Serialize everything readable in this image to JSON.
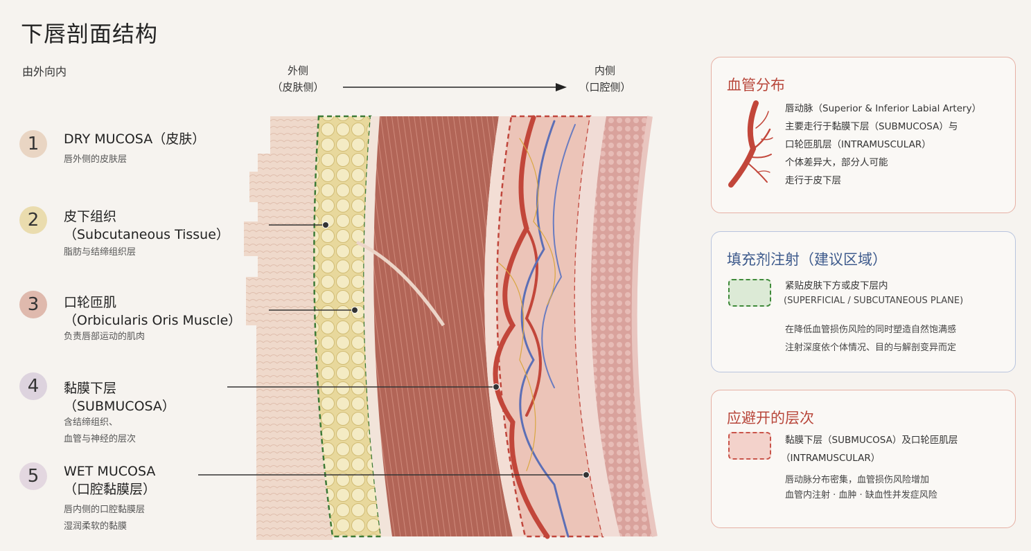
{
  "title": "下唇剖面结构",
  "subtitle": "由外向内",
  "direction": {
    "outer_line1": "外侧",
    "outer_line2": "（皮肤侧）",
    "inner_line1": "内侧",
    "inner_line2": "（口腔侧）"
  },
  "layers": [
    {
      "num": "1",
      "name": [
        "DRY MUCOSA（皮肤）"
      ],
      "desc": [
        "唇外侧的皮肤层"
      ],
      "color": "#e9d5c3"
    },
    {
      "num": "2",
      "name": [
        "皮下组织",
        "（Subcutaneous Tissue）"
      ],
      "desc": [
        "脂肪与结缔组织层"
      ],
      "color": "#eadcae"
    },
    {
      "num": "3",
      "name": [
        "口轮匝肌",
        "（Orbicularis Oris Muscle）"
      ],
      "desc": [
        "负责唇部运动的肌肉"
      ],
      "color": "#dfb9ad"
    },
    {
      "num": "4",
      "name": [
        "黏膜下层",
        "（SUBMUCOSA）"
      ],
      "desc": [
        "含结缔组织、",
        "血管与神经的层次"
      ],
      "color": "#ddd3de"
    },
    {
      "num": "5",
      "name": [
        "WET MUCOSA",
        "（口腔黏膜层）"
      ],
      "desc": [
        "唇内侧的口腔黏膜层",
        "湿润柔软的黏膜"
      ],
      "color": "#e3d7e0"
    }
  ],
  "vessel_card": {
    "title": "血管分布",
    "lines": [
      "唇动脉（Superior & Inferior Labial Artery）",
      "主要走行于黏膜下层（SUBMUCOSA）与",
      "口轮匝肌层（INTRAMUSCULAR）",
      "个体差异大，部分人可能",
      "走行于皮下层"
    ],
    "icon": "artery-icon"
  },
  "fill_card": {
    "title": "填充剂注射（建议区域）",
    "main_line": "紧贴皮肤下方或皮下层内",
    "sub_line": "(SUPERFICIAL / SUBCUTANEOUS PLANE)",
    "notes": [
      "在降低血管损伤风险的同时塑造自然饱满感",
      "注射深度依个体情况、目的与解剖变异而定"
    ],
    "swatch_color": "#dcead6"
  },
  "avoid_card": {
    "title": "应避开的层次",
    "main_line": "黏膜下层（SUBMUCOSA）及口轮匝肌层",
    "sub_line": "（INTRAMUSCULAR）",
    "notes": [
      "唇动脉分布密集，血管损伤风险增加",
      "血管内注射 · 血肿 · 缺血性并发症风险"
    ],
    "swatch_color": "#f3d2cb"
  },
  "colors": {
    "accent_red": "#b8463a",
    "accent_blue": "#3d5a8c",
    "fat": "#efe3b0",
    "muscle": "#b86b5d",
    "submucosa": "#e9b9ad",
    "mucosa": "#dda7a4"
  }
}
